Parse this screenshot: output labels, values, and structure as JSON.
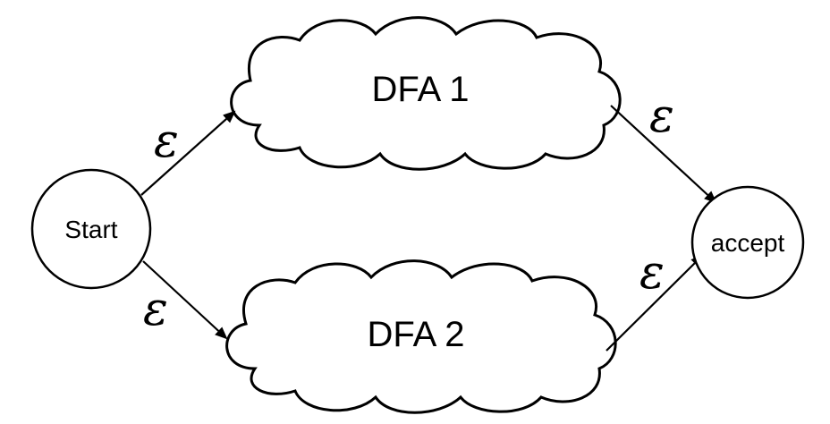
{
  "diagram": {
    "nodes": {
      "start": {
        "label": "Start"
      },
      "accept": {
        "label": "accept"
      },
      "dfa1": {
        "label": "DFA 1"
      },
      "dfa2": {
        "label": "DFA 2"
      }
    },
    "edges": [
      {
        "from": "Start",
        "to": "DFA 1",
        "label": "ε"
      },
      {
        "from": "Start",
        "to": "DFA 2",
        "label": "ε"
      },
      {
        "from": "DFA 1",
        "to": "accept",
        "label": "ε"
      },
      {
        "from": "DFA 2",
        "to": "accept",
        "label": "ε"
      }
    ],
    "colors": {
      "stroke": "#000000",
      "fill": "#ffffff"
    }
  }
}
